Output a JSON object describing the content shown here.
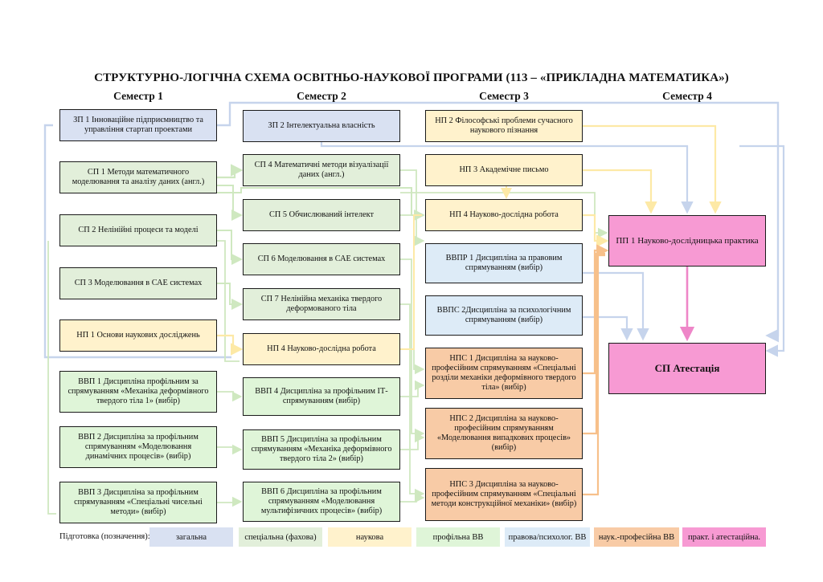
{
  "title": "СТРУКТУРНО-ЛОГІЧНА СХЕМА ОСВІТНЬО-НАУКОВОЇ ПРОГРАМИ (113 – «ПРИКЛАДНА МАТЕМАТИКА»)",
  "semesters": [
    "Семестр 1",
    "Семестр 2",
    "Семестр 3",
    "Семестр 4"
  ],
  "boxes": {
    "zp1": "ЗП 1     Інноваційне підприємництво та управління стартап проектами",
    "sp1": "СП 1     Методи математичного моделювання та аналізу даних (англ.)",
    "sp2": "СП 2     Нелінійні процеси та моделі",
    "sp3": "СП 3     Моделювання в САЕ системах",
    "np1": "НП 1     Основи наукових досліджень",
    "vvp1": "ВВП 1   Дисципліна профільним за спрямуванням «Механіка деформівного твердого тіла 1» (вибір)",
    "vvp2": "ВВП 2   Дисципліна за профільним спрямуванням «Моделювання динамічних процесів» (вибір)",
    "vvp3": "ВВП 3   Дисципліна за профільним спрямуванням «Спеціальні чисельні методи» (вибір)",
    "zp2": "ЗП 2     Інтелектуальна власність",
    "sp4": "СП 4     Математичні методи візуалізації даних (англ.)",
    "sp5": "СП 5     Обчислюваний інтелект",
    "sp6": "СП 6     Моделювання в САЕ системах",
    "sp7": "СП 7     Нелінійна механіка твердого деформованого тіла",
    "np4a": "НП 4     Науково-дослідна робота",
    "vvp4": "ВВП 4   Дисципліна за профільним ІТ-спрямуванням (вибір)",
    "vvp5": "ВВП 5   Дисципліна за профільним спрямуванням «Механіка деформівного твердого тіла 2» (вибір)",
    "vvp6": "ВВП 6   Дисципліна за профільним спрямуванням «Моделювання мультифізичних процесів» (вибір)",
    "np2": "НП 2     Філософські проблеми сучасного наукового пізнання",
    "np3": "НП 3     Академічне письмо",
    "np4b": "НП 4     Науково-дослідна робота",
    "vvpr1": "ВВПР 1 Дисципліна за правовим спрямуванням (вибір)",
    "vvps2": "ВВПС 2Дисципліна за психологічним спрямуванням (вибір)",
    "nps1": "НПС 1   Дисципліна за науково-професійним спрямуванням «Спеціальні розділи механіки деформівного твердого тіла» (вибір)",
    "nps2": "НПС 2   Дисципліна за науково-професійним спрямуванням «Моделювання випадкових процесів» (вибір)",
    "nps3": "НПС 3   Дисципліна за науково-професійним спрямуванням «Спеціальні методи конструкційної механіки» (вибір)",
    "pp1": "ПП 1     Науково-дослідницька практика",
    "att": "СП      Атестація"
  },
  "legend": {
    "label": "Підготовка (позначення):",
    "items": [
      "загальна",
      "спеціальна (фахова)",
      "наукова",
      "профільна ВВ",
      "правова/психолог. ВВ",
      "наук.-професійна ВВ",
      "практ. і атестаційна."
    ]
  },
  "colors": {
    "general": "#d9e1f2",
    "special": "#e2efda",
    "science": "#fff2cc",
    "profile": "#dff5d8",
    "legal": "#ddebf7",
    "sciprof": "#f8cba6",
    "practice": "#f79ad3"
  }
}
